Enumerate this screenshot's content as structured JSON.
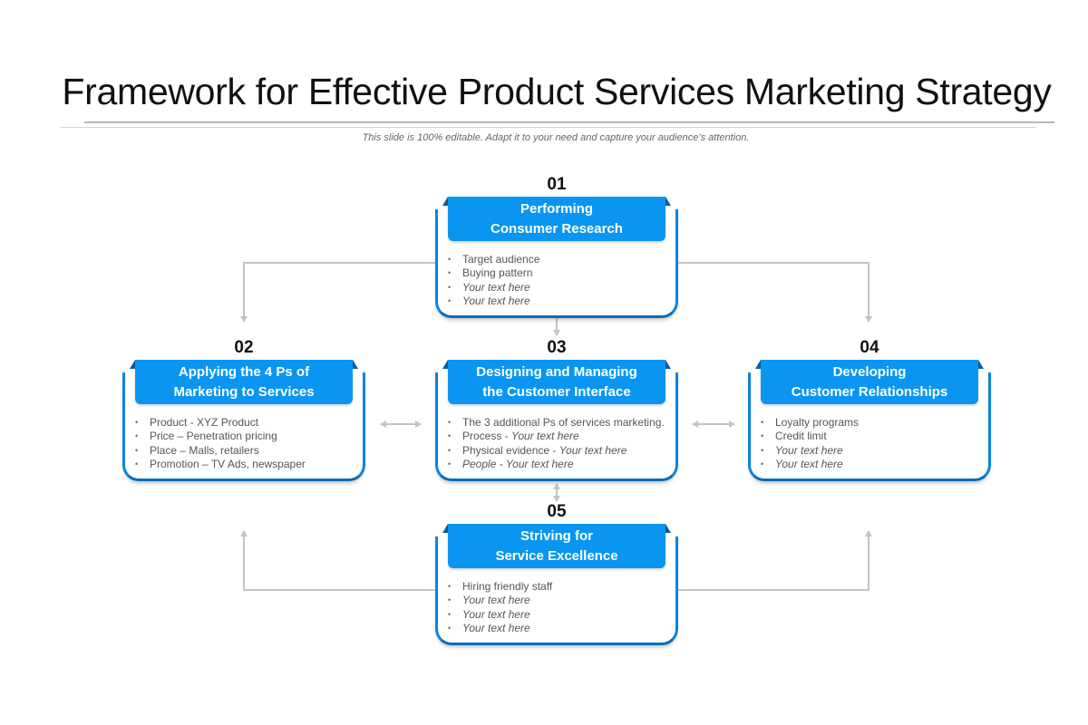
{
  "slide": {
    "title": "Framework for Effective Product Services Marketing Strategy",
    "subtitle": "This slide is 100% editable. Adapt it to your need and capture your audience’s attention."
  },
  "colors": {
    "accent": "#0a96f0",
    "accent_dark": "#0a6cb8",
    "connector": "#c4c4c4",
    "text": "#555555"
  },
  "cards": [
    {
      "number": "01",
      "title_line1": "Performing",
      "title_line2": "Consumer Research",
      "items": [
        {
          "main": "Target  audience",
          "italic": ""
        },
        {
          "main": "Buying pattern",
          "italic": ""
        },
        {
          "main": "",
          "italic": "Your text here"
        },
        {
          "main": "",
          "italic": "Your text here"
        }
      ]
    },
    {
      "number": "02",
      "title_line1": "Applying the 4 Ps of",
      "title_line2": "Marketing to Services",
      "items": [
        {
          "main": "Product - XYZ  Product",
          "italic": ""
        },
        {
          "main": "Price – Penetration pricing",
          "italic": ""
        },
        {
          "main": "Place – Malls, retailers",
          "italic": ""
        },
        {
          "main": "Promotion – TV  Ads, newspaper",
          "italic": ""
        }
      ]
    },
    {
      "number": "03",
      "title_line1": "Designing and Managing",
      "title_line2": "the Customer Interface",
      "items": [
        {
          "main": "The 3 additional  Ps of services  marketing.",
          "italic": ""
        },
        {
          "main": "Process - ",
          "italic": "Your text here"
        },
        {
          "main": "Physical evidence  - ",
          "italic": "Your text here"
        },
        {
          "main": "",
          "italic": "People - Your text here"
        }
      ]
    },
    {
      "number": "04",
      "title_line1": "Developing",
      "title_line2": "Customer Relationships",
      "items": [
        {
          "main": "Loyalty programs",
          "italic": ""
        },
        {
          "main": "Credit  limit",
          "italic": ""
        },
        {
          "main": "",
          "italic": "Your text here"
        },
        {
          "main": "",
          "italic": "Your text here"
        }
      ]
    },
    {
      "number": "05",
      "title_line1": "Striving for",
      "title_line2": "Service Excellence",
      "items": [
        {
          "main": "Hiring friendly  staff",
          "italic": ""
        },
        {
          "main": "",
          "italic": "Your text here"
        },
        {
          "main": "",
          "italic": "Your text here"
        },
        {
          "main": "",
          "italic": "Your text here"
        }
      ]
    }
  ],
  "connectors": [
    {
      "from": "01",
      "to": "02",
      "type": "arrow"
    },
    {
      "from": "01",
      "to": "04",
      "type": "arrow"
    },
    {
      "from": "01",
      "to": "03",
      "type": "arrow"
    },
    {
      "from": "02",
      "to": "03",
      "type": "double-arrow"
    },
    {
      "from": "03",
      "to": "04",
      "type": "double-arrow"
    },
    {
      "from": "03",
      "to": "05",
      "type": "double-arrow"
    },
    {
      "from": "05",
      "to": "02",
      "type": "arrow"
    },
    {
      "from": "05",
      "to": "04",
      "type": "arrow"
    }
  ]
}
